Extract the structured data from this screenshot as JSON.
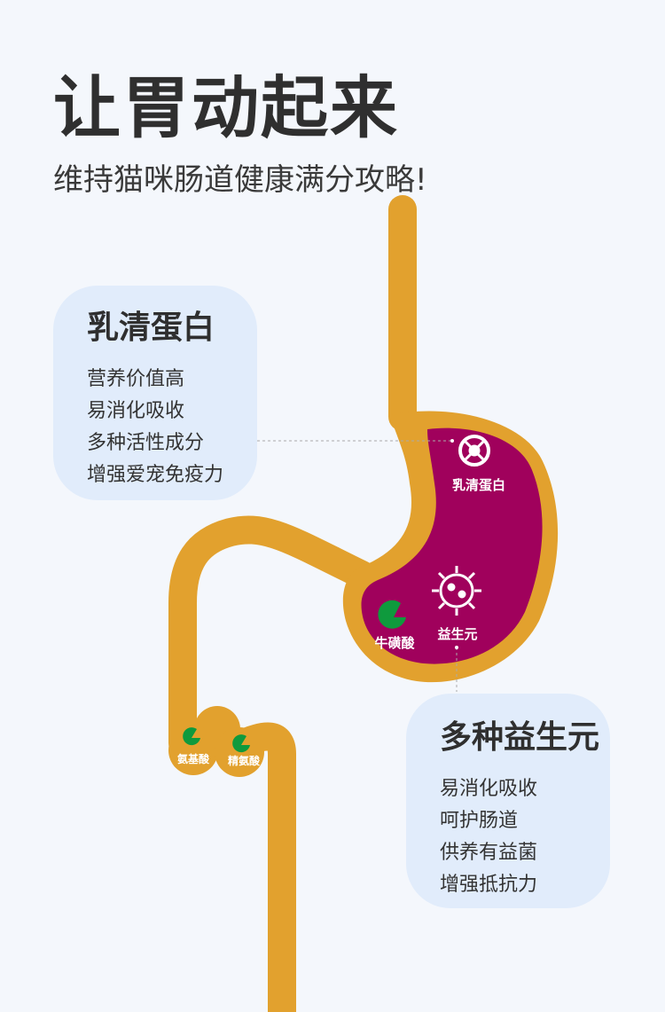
{
  "header": {
    "title": "让胃动起来",
    "subtitle": "维持猫咪肠道健康满分攻略!"
  },
  "cards": {
    "whey": {
      "title": "乳清蛋白",
      "items": [
        "营养价值高",
        "易消化吸收",
        "多种活性成分",
        "增强爱宠免疫力"
      ]
    },
    "probiotic": {
      "title": "多种益生元",
      "items": [
        "易消化吸收",
        "呵护肠道",
        "供养有益菌",
        "增强抵抗力"
      ]
    }
  },
  "diagram": {
    "labels": {
      "whey": "乳清蛋白",
      "probiotic": "益生元",
      "taurine": "牛磺酸",
      "amino": "氨基酸",
      "arginine": "精氨酸"
    },
    "colors": {
      "tube": "#e2a12e",
      "stomach": "#a0015c",
      "pellet": "#0f9a3d",
      "card": "#e1ecfb"
    }
  }
}
